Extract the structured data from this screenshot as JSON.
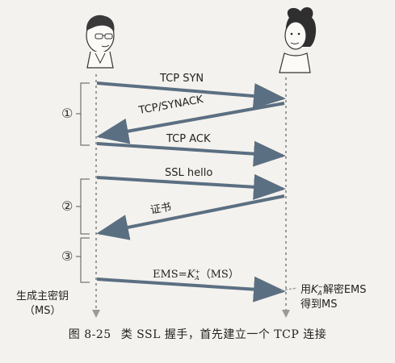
{
  "diagram": {
    "messages": [
      "TCP SYN",
      "TCP/SYNACK",
      "TCP ACK",
      "SSL hello",
      "证书",
      "EMS=K⁺ₐ (MS)"
    ],
    "ems": {
      "prefix": "EMS=",
      "k": "K",
      "sup": "+",
      "sub": "A",
      "suffix": "（MS）"
    },
    "phases": [
      "①",
      "②",
      "③"
    ],
    "left_note": [
      "生成主密钥",
      "（MS）"
    ],
    "right_note": {
      "line1_pre": "用",
      "k": "K",
      "sup": "−",
      "sub": "A",
      "line1_post": "解密EMS",
      "line2": "得到MS"
    }
  },
  "caption": {
    "figure_no": "图 8-25",
    "text": "类 SSL 握手，首先建立一个 TCP 连接"
  }
}
